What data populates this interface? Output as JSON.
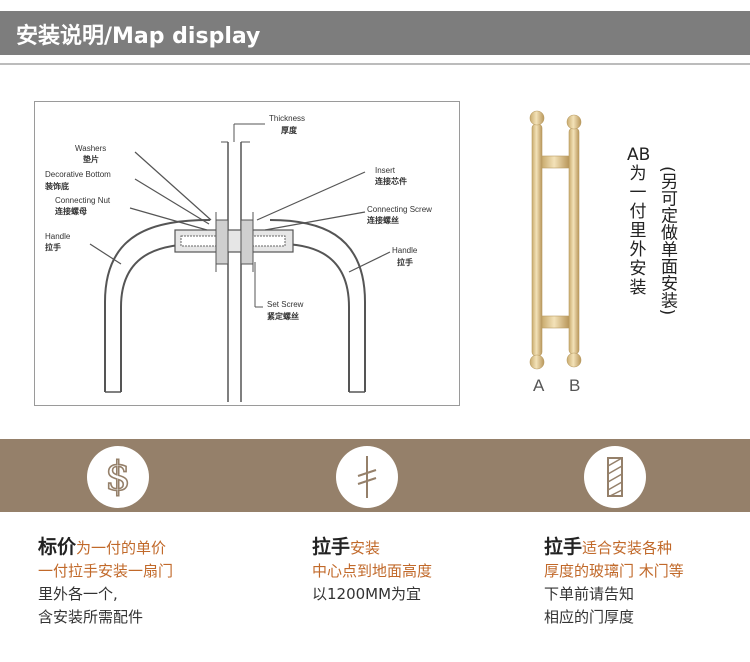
{
  "header": {
    "title": "安装说明/Map display"
  },
  "diagram": {
    "labels": {
      "thickness_en": "Thickness",
      "thickness_cn": "厚度",
      "washers_en": "Washers",
      "washers_cn": "垫片",
      "decorative_en": "Decorative Bottom",
      "decorative_cn": "装饰底",
      "connecting_nut_en": "Connecting Nut",
      "connecting_nut_cn": "连接螺母",
      "handle_left_en": "Handle",
      "handle_left_cn": "拉手",
      "insert_en": "Insert",
      "insert_cn": "连接芯件",
      "connecting_screw_en": "Connecting Screw",
      "connecting_screw_cn": "连接螺丝",
      "handle_right_en": "Handle",
      "handle_right_cn": "拉手",
      "set_screw_en": "Set Screw",
      "set_screw_cn": "紧定螺丝"
    }
  },
  "product": {
    "label_a": "A",
    "label_b": "B",
    "note_main": "AB为一付 里外安装",
    "note_paren": "(另可定做单面安装)"
  },
  "features": [
    {
      "icon": "dollar-icon",
      "lead": "标价",
      "lead_rest": "为一付的单价",
      "lines": [
        "一付拉手安装一扇门",
        "里外各一个,",
        "含安装所需配件"
      ]
    },
    {
      "icon": "height-icon",
      "lead": "拉手",
      "lead_rest": "安装",
      "lines": [
        "中心点到地面高度",
        "以1200MM为宜"
      ]
    },
    {
      "icon": "thickness-icon",
      "lead": "拉手",
      "lead_rest": "适合安装各种",
      "lines": [
        "厚度的玻璃门 木门等",
        "下单前请告知",
        "相应的门厚度"
      ]
    }
  ],
  "colors": {
    "header_bg": "#7d7d7d",
    "band_bg": "#95806a",
    "gold": "#d9c08e",
    "accent_text": "#c1692a"
  }
}
